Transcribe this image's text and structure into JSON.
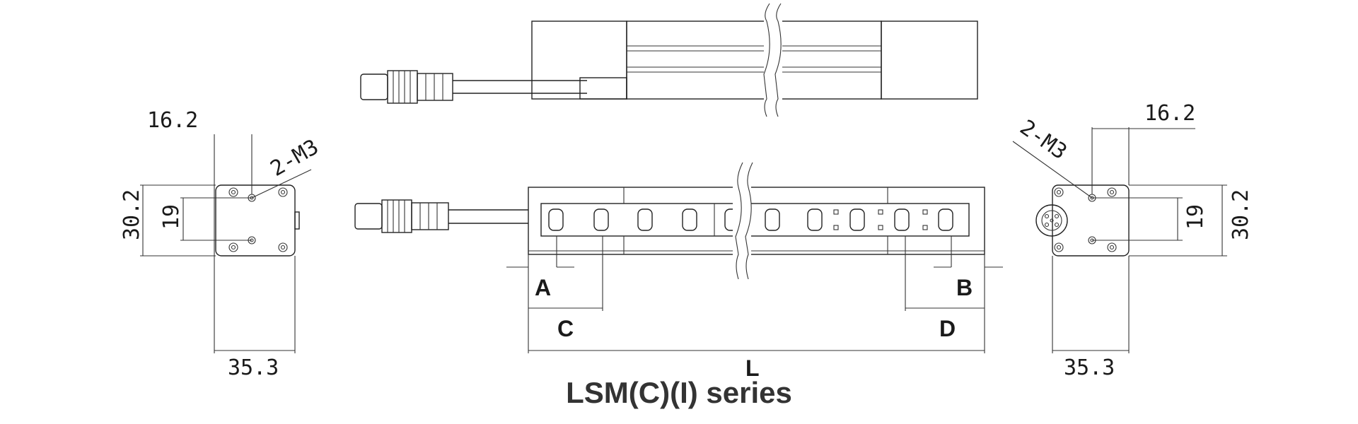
{
  "caption": "LSM(C)(I) series",
  "left_view": {
    "width_top": "16.2",
    "thread": "2-M3",
    "height_outer": "30.2",
    "height_inner": "19",
    "width_bottom": "35.3"
  },
  "right_view": {
    "width_top": "16.2",
    "thread": "2-M3",
    "height_outer": "30.2",
    "height_inner": "19",
    "width_bottom": "35.3"
  },
  "front_view": {
    "label_a": "A",
    "label_b": "B",
    "label_c": "C",
    "label_d": "D",
    "label_l": "L"
  }
}
